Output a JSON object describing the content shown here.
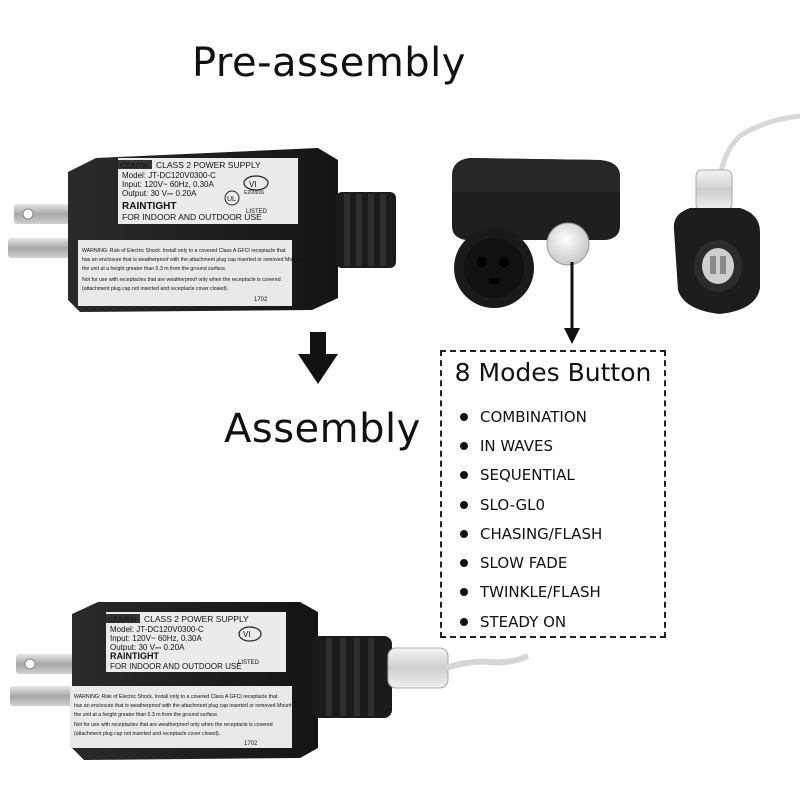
{
  "headings": {
    "pre_assembly": "Pre-assembly",
    "assembly": "Assembly"
  },
  "adapter_label": {
    "brand": "CZJUTAI",
    "type": "CLASS 2 POWER SUPPLY",
    "model": "Model: JT-DC120V0300-C",
    "input": "Input: 120V~ 60Hz, 0.30A",
    "output": "Output: 30 V⎓ 0.20A",
    "raintight": "RAINTIGHT",
    "indoor_outdoor": "FOR INDOOR AND OUTDOOR USE",
    "warning_1": "WARNING: Risk of Electric Shock. Install only to a covered Class A GFCI receptacle that",
    "warning_2": "has an enclosure that is weatherproof with the attachment plug cap inserted or removed Mount",
    "warning_3": "the unit at a height greater than 0.3 m from the ground surface.",
    "warning_4": "Not for use with receptacles that are weatherproof only when the receptacle is covered",
    "warning_5": "(attachment plug cap not inserted and receptacle cover closed).",
    "code": "1702",
    "cert_vi": "VI",
    "cert_listed": "LISTED",
    "cert_no": "E200916"
  },
  "modes_panel": {
    "title": "8 Modes Button",
    "modes": [
      "COMBINATION",
      "IN WAVES",
      "SEQUENTIAL",
      "SLO-GL0",
      "CHASING/FLASH",
      "SLOW FADE",
      "TWINKLE/FLASH",
      "STEADY ON"
    ]
  },
  "colors": {
    "adapter_body": "#1e1e1e",
    "label_bg": "#e9e9e9",
    "arrow": "#111111",
    "prong": "#b9b9b9"
  }
}
